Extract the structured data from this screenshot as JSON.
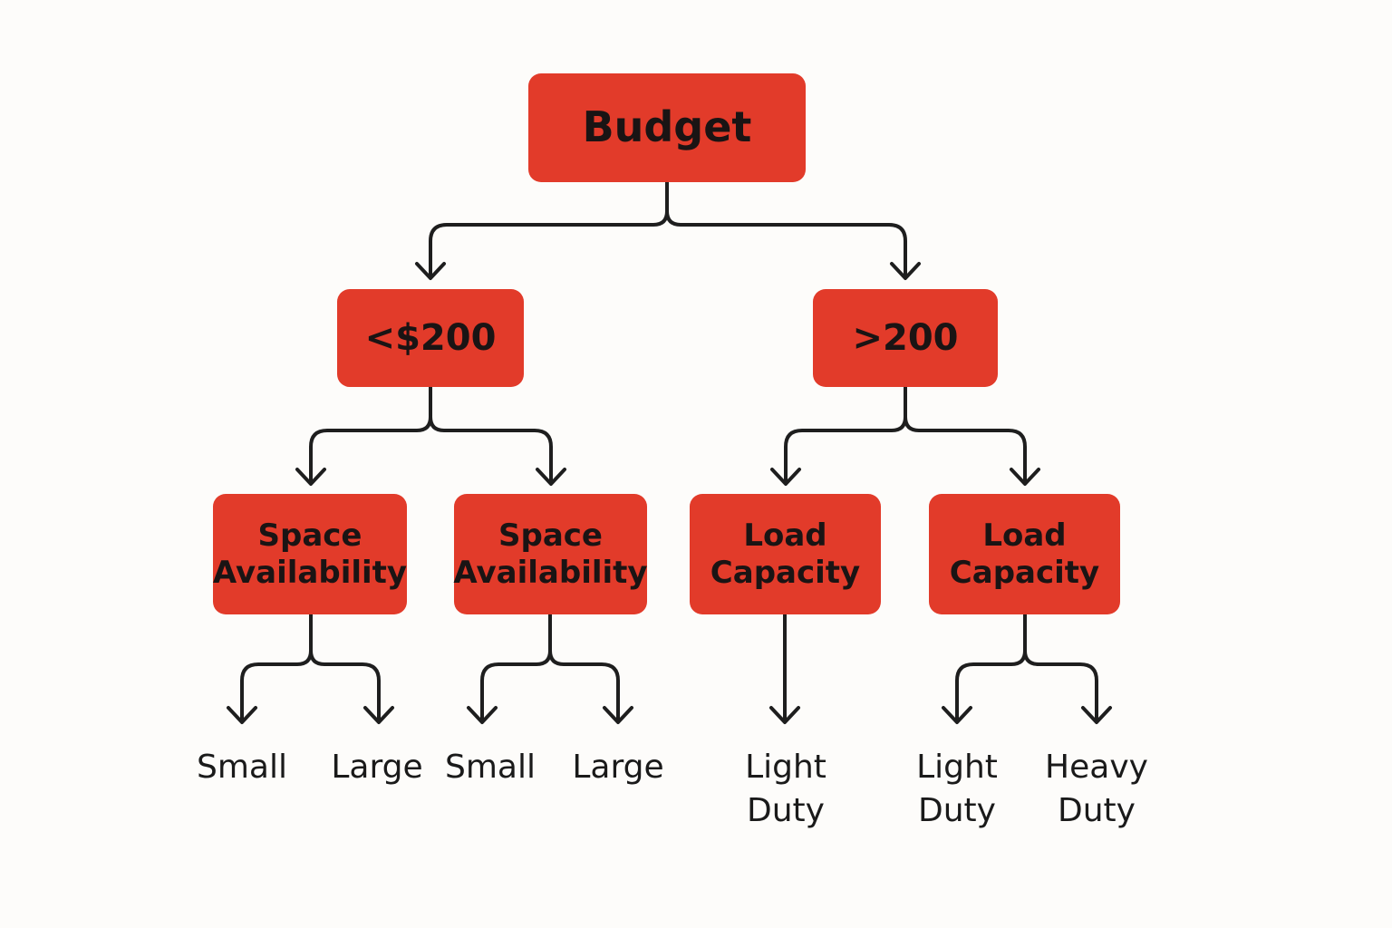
{
  "colors": {
    "node_fill": "#e23b2a",
    "node_text": "#1a1414",
    "connector": "#1e1e1e",
    "background": "#fdfcfa"
  },
  "nodes": {
    "budget": "Budget",
    "under_200": "<$200",
    "over_200": ">200",
    "space_availability_1": "Space\nAvailability",
    "space_availability_2": "Space\nAvailability",
    "load_capacity_1": "Load\nCapacity",
    "load_capacity_2": "Load\nCapacity"
  },
  "leaves": {
    "small_1": "Small",
    "large_1": "Large",
    "small_2": "Small",
    "large_2": "Large",
    "light_duty_1": "Light\nDuty",
    "light_duty_2": "Light\nDuty",
    "heavy_duty": "Heavy\nDuty"
  }
}
